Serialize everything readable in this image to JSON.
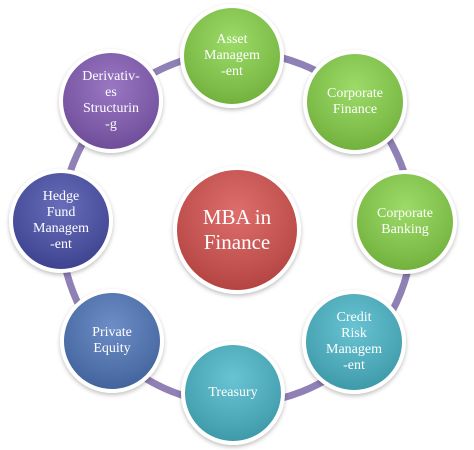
{
  "center": {
    "label": "MBA in\nFinance",
    "color": "#c0504d"
  },
  "ring_color": "#8064a2",
  "nodes": [
    {
      "label": "Asset\nManagem\n-ent",
      "color": "#7ebd49"
    },
    {
      "label": "Corporate\nFinance",
      "color": "#7ebd49"
    },
    {
      "label": "Corporate\nBanking",
      "color": "#7ebd49"
    },
    {
      "label": "Credit\nRisk\nManagem\n-ent",
      "color": "#4aa5b5"
    },
    {
      "label": "Treasury",
      "color": "#4aa5b5"
    },
    {
      "label": "Private\nEquity",
      "color": "#4f6fa8"
    },
    {
      "label": "Hedge\nFund\nManagem\n-ent",
      "color": "#4a4f9c"
    },
    {
      "label": "Derivativ-\nes\nStructurin\n-g",
      "color": "#7b59a5"
    }
  ]
}
